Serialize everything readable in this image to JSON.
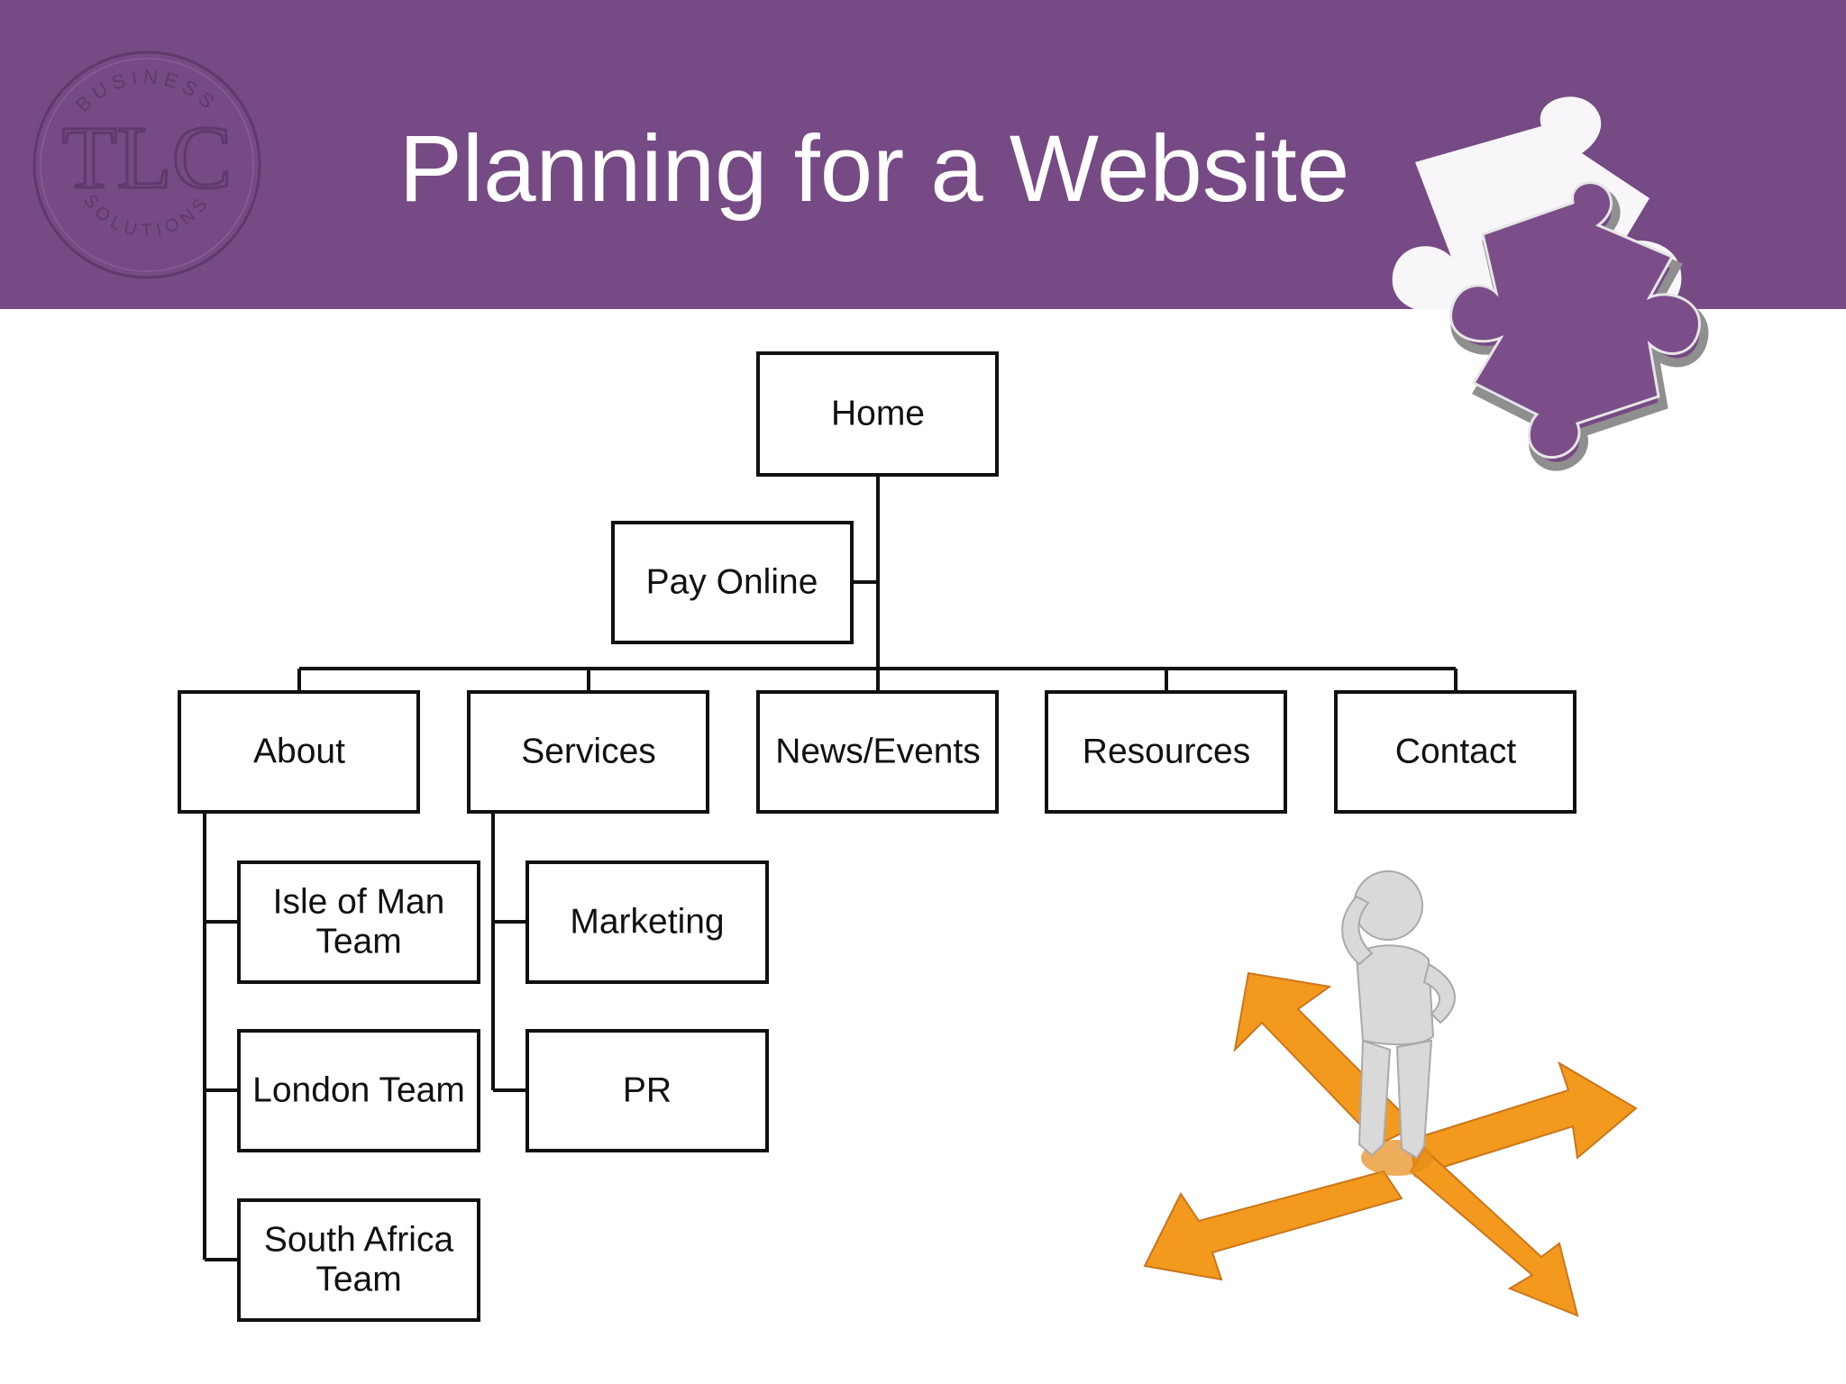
{
  "slide": {
    "title": "Planning for a Website",
    "colors": {
      "header": "#764a84",
      "accent": "#f39a1e",
      "box_border": "#111111"
    }
  },
  "logo": {
    "letters": "TLC",
    "arc_top": "BUSINESS",
    "arc_bottom": "SOLUTIONS"
  },
  "diagram": {
    "home": "Home",
    "pay_online": "Pay Online",
    "sections": [
      {
        "label": "About"
      },
      {
        "label": "Services"
      },
      {
        "label": "News/Events"
      },
      {
        "label": "Resources"
      },
      {
        "label": "Contact"
      }
    ],
    "about_children": [
      {
        "line1": "Isle of Man",
        "line2": "Team"
      },
      {
        "line1": "London Team",
        "line2": ""
      },
      {
        "line1": "South Africa",
        "line2": "Team"
      }
    ],
    "services_children": [
      {
        "line1": "Marketing"
      },
      {
        "line1": "PR"
      }
    ]
  },
  "images": {
    "puzzle": "puzzle-piece-icon",
    "person": "thinking-person-on-crossroads-arrows"
  }
}
